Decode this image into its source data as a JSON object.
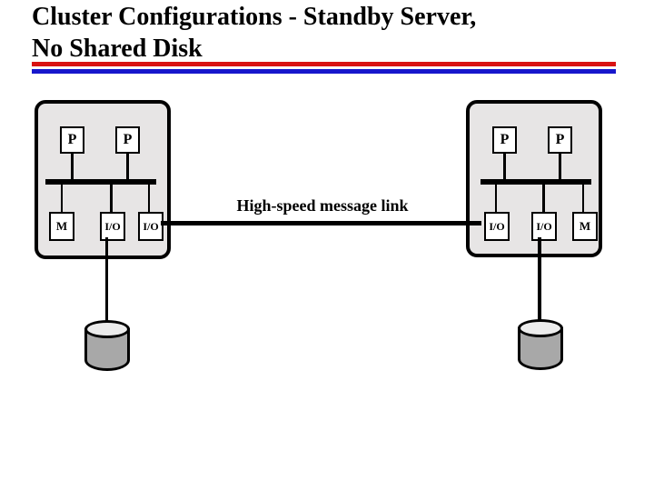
{
  "slide": {
    "title_line1": "Cluster Configurations - Standby Server,",
    "title_line2": "No Shared Disk",
    "separator": {
      "top_color": "#d91212",
      "bottom_color": "#1717cc"
    },
    "background_color": "#ffffff"
  },
  "diagram": {
    "link_label": "High-speed message link",
    "left_node": {
      "processors": [
        "P",
        "P"
      ],
      "devices": [
        "M",
        "I/O",
        "I/O"
      ]
    },
    "right_node": {
      "processors": [
        "P",
        "P"
      ],
      "devices": [
        "I/O",
        "I/O",
        "M"
      ]
    },
    "colors": {
      "node_fill": "#e7e5e5",
      "component_fill": "#ffffff",
      "line": "#000000",
      "disk_body": "#a8a8a8",
      "disk_top": "#ececec"
    }
  }
}
